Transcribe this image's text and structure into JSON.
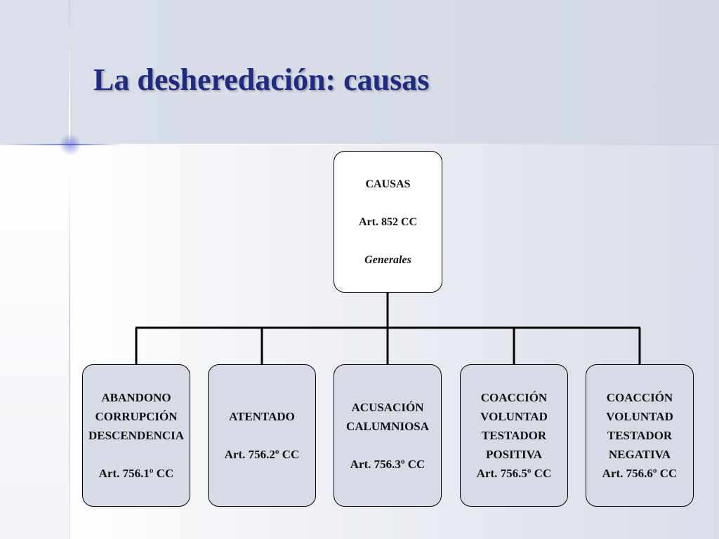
{
  "title": "La desheredación: causas",
  "diagram": {
    "root": {
      "line1": "CAUSAS",
      "line2": "Art. 852 CC",
      "line3": "Generales"
    },
    "children": [
      {
        "line1": "ABANDONO",
        "line2": "CORRUPCIÓN",
        "line3": "DESCENDENCIA",
        "article": "Art. 756.1º CC"
      },
      {
        "line1": "ATENTADO",
        "article": "Art. 756.2º CC"
      },
      {
        "line1": "ACUSACIÓN",
        "line2": "CALUMNIOSA",
        "article": "Art. 756.3º CC"
      },
      {
        "line1": "COACCIÓN",
        "line2": "VOLUNTAD",
        "line3": "TESTADOR",
        "line4": "POSITIVA",
        "article": "Art. 756.5º CC"
      },
      {
        "line1": "COACCIÓN",
        "line2": "VOLUNTAD",
        "line3": "TESTADOR",
        "line4": "NEGATIVA",
        "article": "Art. 756.6º CC"
      }
    ]
  }
}
